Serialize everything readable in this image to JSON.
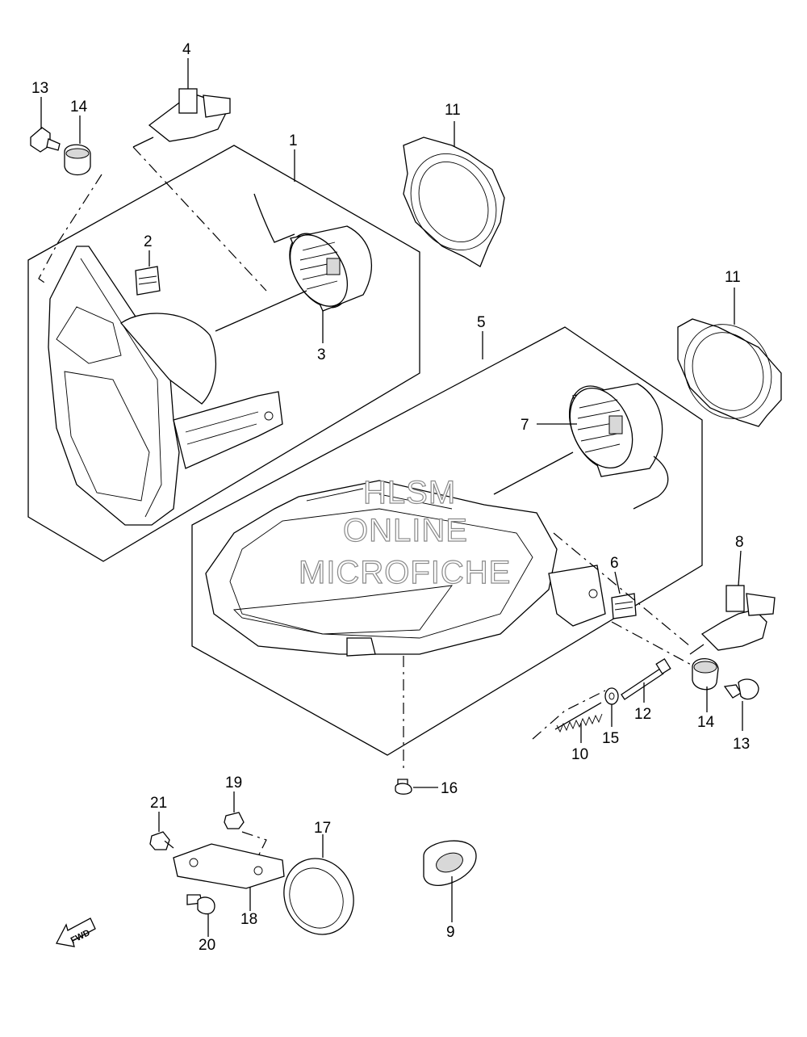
{
  "callouts": {
    "c1": "1",
    "c2": "2",
    "c3": "3",
    "c4": "4",
    "c5": "5",
    "c6": "6",
    "c7": "7",
    "c8": "8",
    "c9": "9",
    "c10": "10",
    "c11a": "11",
    "c11b": "11",
    "c12": "12",
    "c13a": "13",
    "c13b": "13",
    "c14a": "14",
    "c14b": "14",
    "c15": "15",
    "c16": "16",
    "c17": "17",
    "c18": "18",
    "c19": "19",
    "c20": "20",
    "c21": "21"
  },
  "watermark": {
    "line1": "HLSM",
    "line2": "ONLINE",
    "line3": "MICROFICHE"
  },
  "fwd_label": "FWD"
}
